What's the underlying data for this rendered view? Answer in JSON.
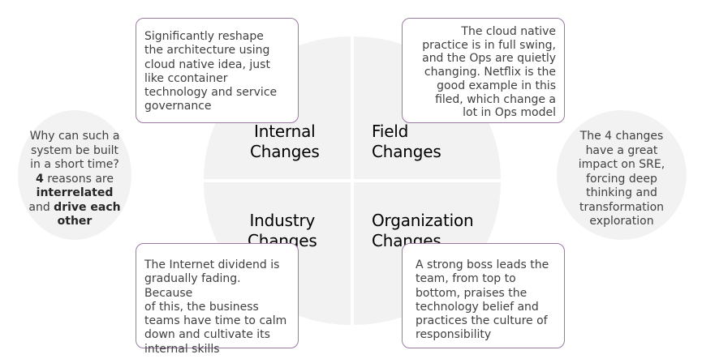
{
  "quadrants": {
    "internal": "Internal\nChanges",
    "field": "Field\nChanges",
    "industry": "Industry\nChanges",
    "organization": "Organization\nChanges"
  },
  "boxes": {
    "top_left": "Significantly reshape\nthe architecture using\ncloud native idea, just\nlike  ccontainer\ntechnology and service\ngovernance",
    "top_right": "The cloud native\npractice is in full swing,\nand the Ops are quietly\nchanging. Netflix is the\ngood example in this\nfiled, which change a\nlot in Ops model",
    "bottom_left": "The Internet dividend is\ngradually fading. Because\nof this, the business\nteams have time to calm\ndown and cultivate its\ninternal skills",
    "bottom_right": "A strong boss leads the\nteam, from top to\nbottom, praises the\ntechnology belief and\npractices the culture of\nresponsibility"
  },
  "left_note": {
    "line1": "Why can such a",
    "line2": "system be built",
    "line3": "in a short time?",
    "num": "4",
    "reasons": " reasons are",
    "interrelated": "interrelated",
    "and": "and ",
    "drive": "drive each",
    "other": "other"
  },
  "right_note": "The 4 changes\nhave a great\nimpact on SRE,\nforcing deep\nthinking and\ntransformation\nexploration",
  "colors": {
    "quadrant_fill": "#f2f2f2",
    "box_border": "#9a7aa2",
    "text": "#404040"
  }
}
